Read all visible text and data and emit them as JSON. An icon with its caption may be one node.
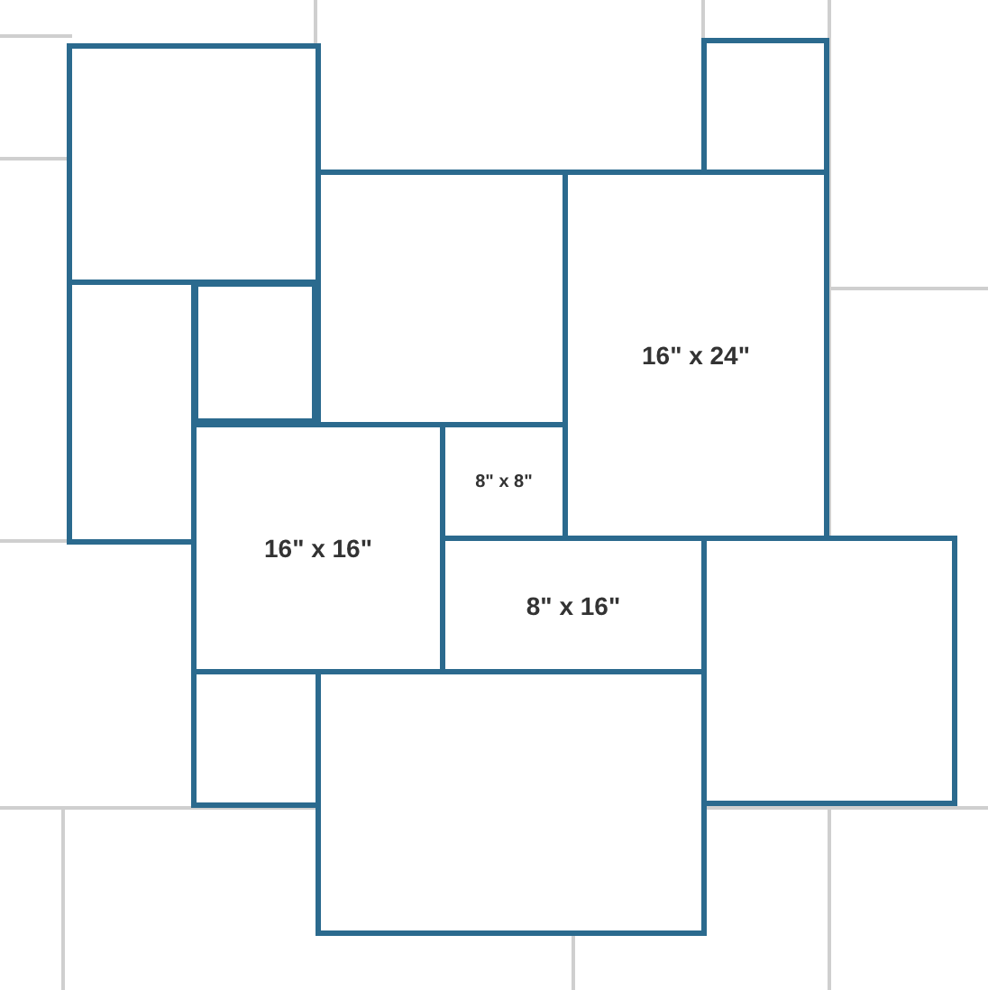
{
  "diagram": {
    "nodes": [
      {
        "text": [],
        "shape": "box"
      },
      {
        "text": [],
        "shape": "box"
      },
      {
        "text": [],
        "shape": "box"
      },
      {
        "text": [
          "16\" x 24\""
        ]
      },
      {
        "text": [],
        "shape": "box"
      },
      {
        "text": [],
        "shape": "box"
      },
      {
        "text": [
          "16\" x 16\""
        ]
      },
      {
        "text": [
          "8\" x 8\""
        ]
      },
      {
        "text": [
          "8\" x 16\""
        ]
      },
      {
        "text": [],
        "shape": "box"
      },
      {
        "text": [],
        "shape": "box"
      },
      {
        "text": [],
        "shape": "box"
      }
    ]
  }
}
